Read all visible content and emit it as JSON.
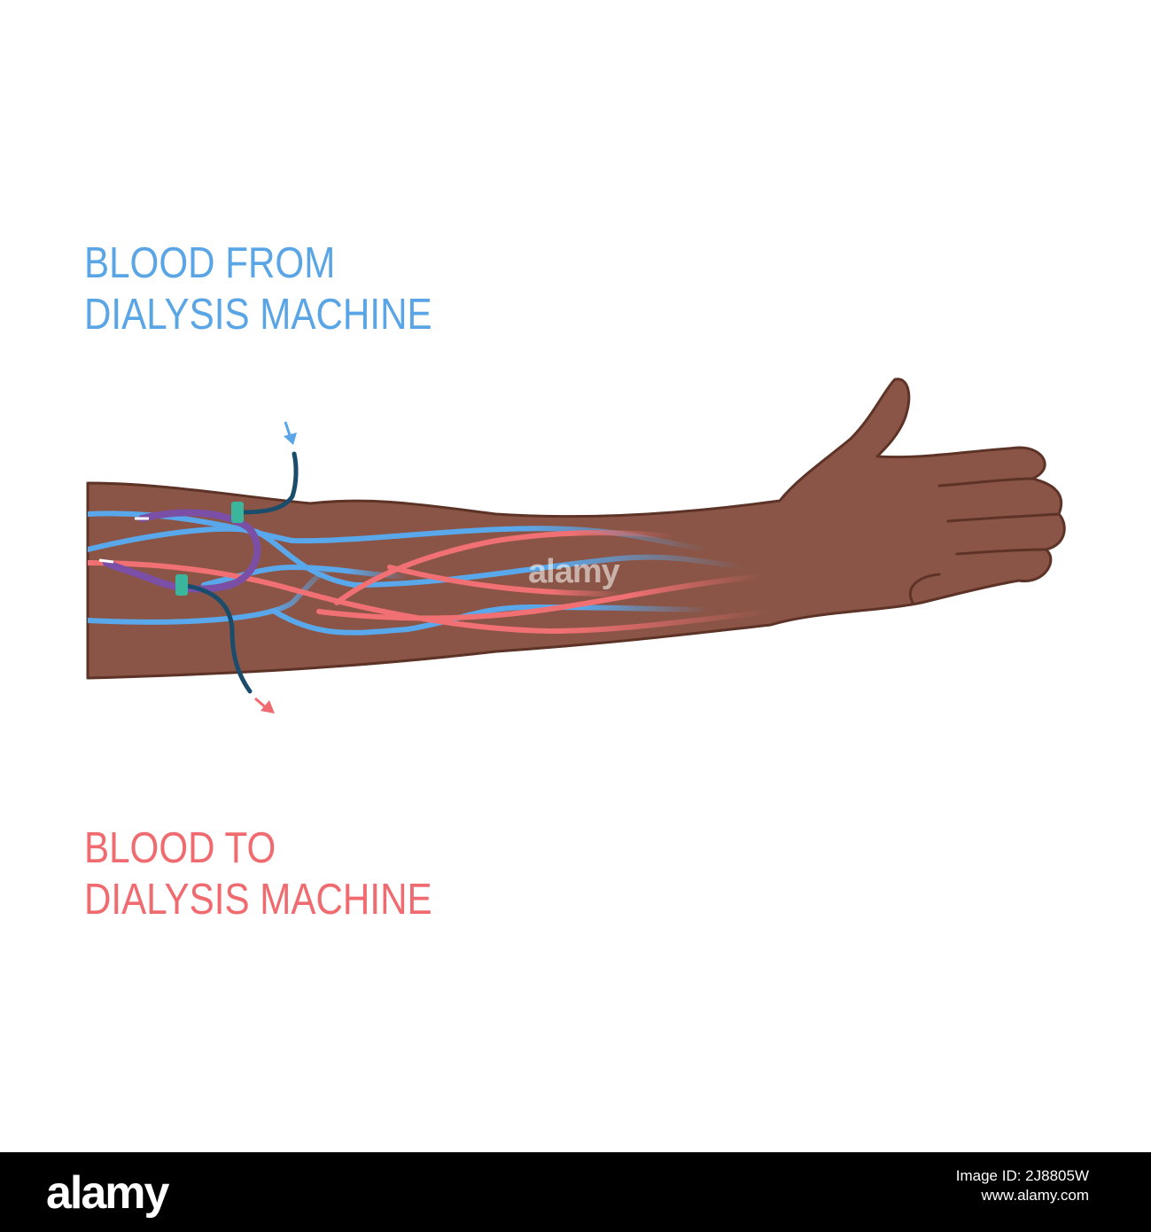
{
  "labels": {
    "from_line1": "BLOOD FROM",
    "from_line2": "DIALYSIS MACHINE",
    "to_line1": "BLOOD TO",
    "to_line2": "DIALYSIS MACHINE"
  },
  "colors": {
    "from_text": "#5aa5e6",
    "to_text": "#ef6b70",
    "vein": "#5aa8ec",
    "artery": "#f07073",
    "skin": "#8a5546",
    "outline": "#5e3327",
    "tube": "#1a4c6b",
    "fistula": "#7b4fa5",
    "clamp": "#3bb59b"
  },
  "watermark": "alamy",
  "footer": {
    "logo": "alamy",
    "image_id": "Image ID: 2J8805W",
    "site": "www.alamy.com"
  }
}
